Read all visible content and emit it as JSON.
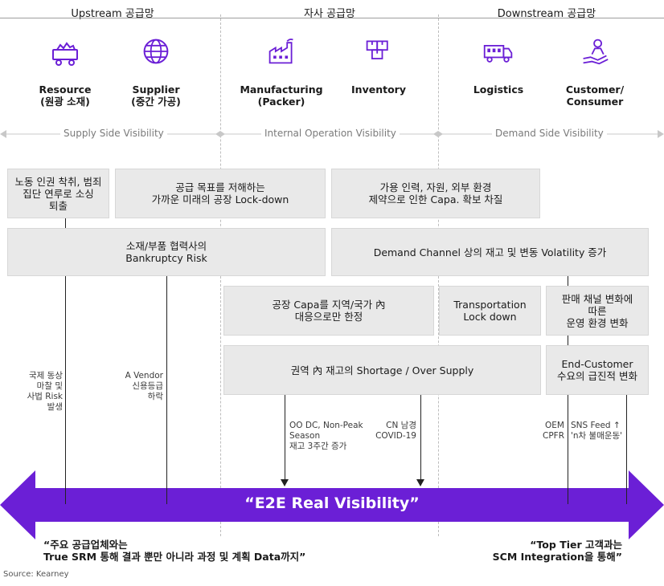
{
  "segments": {
    "upstream": "Upstream 공급망",
    "internal": "자사 공급망",
    "downstream": "Downstream 공급망"
  },
  "nodes": [
    {
      "icon": "mining-cart-icon",
      "label": "Resource\n(원광 소재)"
    },
    {
      "icon": "globe-icon",
      "label": "Supplier\n(중간 가공)"
    },
    {
      "icon": "factory-icon",
      "label": "Manufacturing\n(Packer)"
    },
    {
      "icon": "boxes-icon",
      "label": "Inventory"
    },
    {
      "icon": "truck-icon",
      "label": "Logistics"
    },
    {
      "icon": "customer-icon",
      "label": "Customer/\nConsumer"
    }
  ],
  "visibility": {
    "supply": "Supply Side Visibility",
    "internal": "Internal Operation Visibility",
    "demand": "Demand Side Visibility"
  },
  "risks": {
    "r1": "노동 인권 착취, 범죄\n집단 연루로 소싱\n퇴출",
    "r2": "공급 목표를 저해하는\n가까운 미래의 공장 Lock-down",
    "r3": "가용 인력, 자원, 외부 환경\n제약으로 인한 Capa. 확보 차질",
    "r4": "소재/부품 협력사의\nBankruptcy Risk",
    "r5": "Demand Channel 상의 재고 및 변동 Volatility 증가",
    "r6": "공장 Capa를 지역/국가 內\n대응으로만 한정",
    "r7": "Transportation\nLock down",
    "r8": "판매 채널 변화에\n따른\n운영 환경 변화",
    "r9": "권역 內 재고의 Shortage / Over Supply",
    "r10": "End-Customer\n수요의 급진적 변화"
  },
  "notes": {
    "n1": "국제 동상\n마찰 및\n사법 Risk\n발생",
    "n2": "A Vendor\n신용등급\n하락",
    "n3": "OO DC, Non-Peak\nSeason\n재고 3주간 증가",
    "n4": "CN 남경\nCOVID-19",
    "n5": "OEM\nCPFR",
    "n6": "SNS Feed ↑\n'n차 불매운동'"
  },
  "banner": {
    "text": "“E2E Real Visibility”",
    "color": "#6b1fd6"
  },
  "quotes": {
    "left": "“주요 공급업체와는\nTrue SRM 통해 결과 뿐만 아니라 과정 및 계획 Data까지”",
    "right": "“Top Tier 고객과는\nSCM Integration을 통해”"
  },
  "source": "Source: Kearney",
  "colors": {
    "accent": "#6b1fd6",
    "box_fill": "#e9e9e9",
    "divider": "#bdbdbd"
  }
}
